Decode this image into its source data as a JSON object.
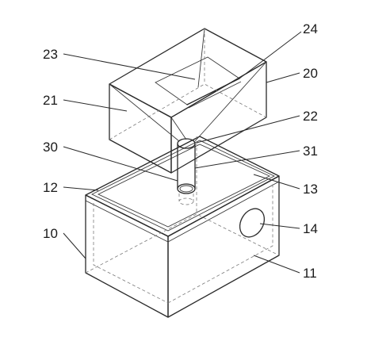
{
  "diagram": {
    "labels": {
      "l10": "10",
      "l11": "11",
      "l12": "12",
      "l13": "13",
      "l14": "14",
      "l20": "20",
      "l21": "21",
      "l22": "22",
      "l23": "23",
      "l24": "24",
      "l30": "30",
      "l31": "31"
    },
    "colors": {
      "line": "#2a2a2a",
      "hidden_line": "#7a7a7a",
      "background": "#ffffff"
    }
  }
}
